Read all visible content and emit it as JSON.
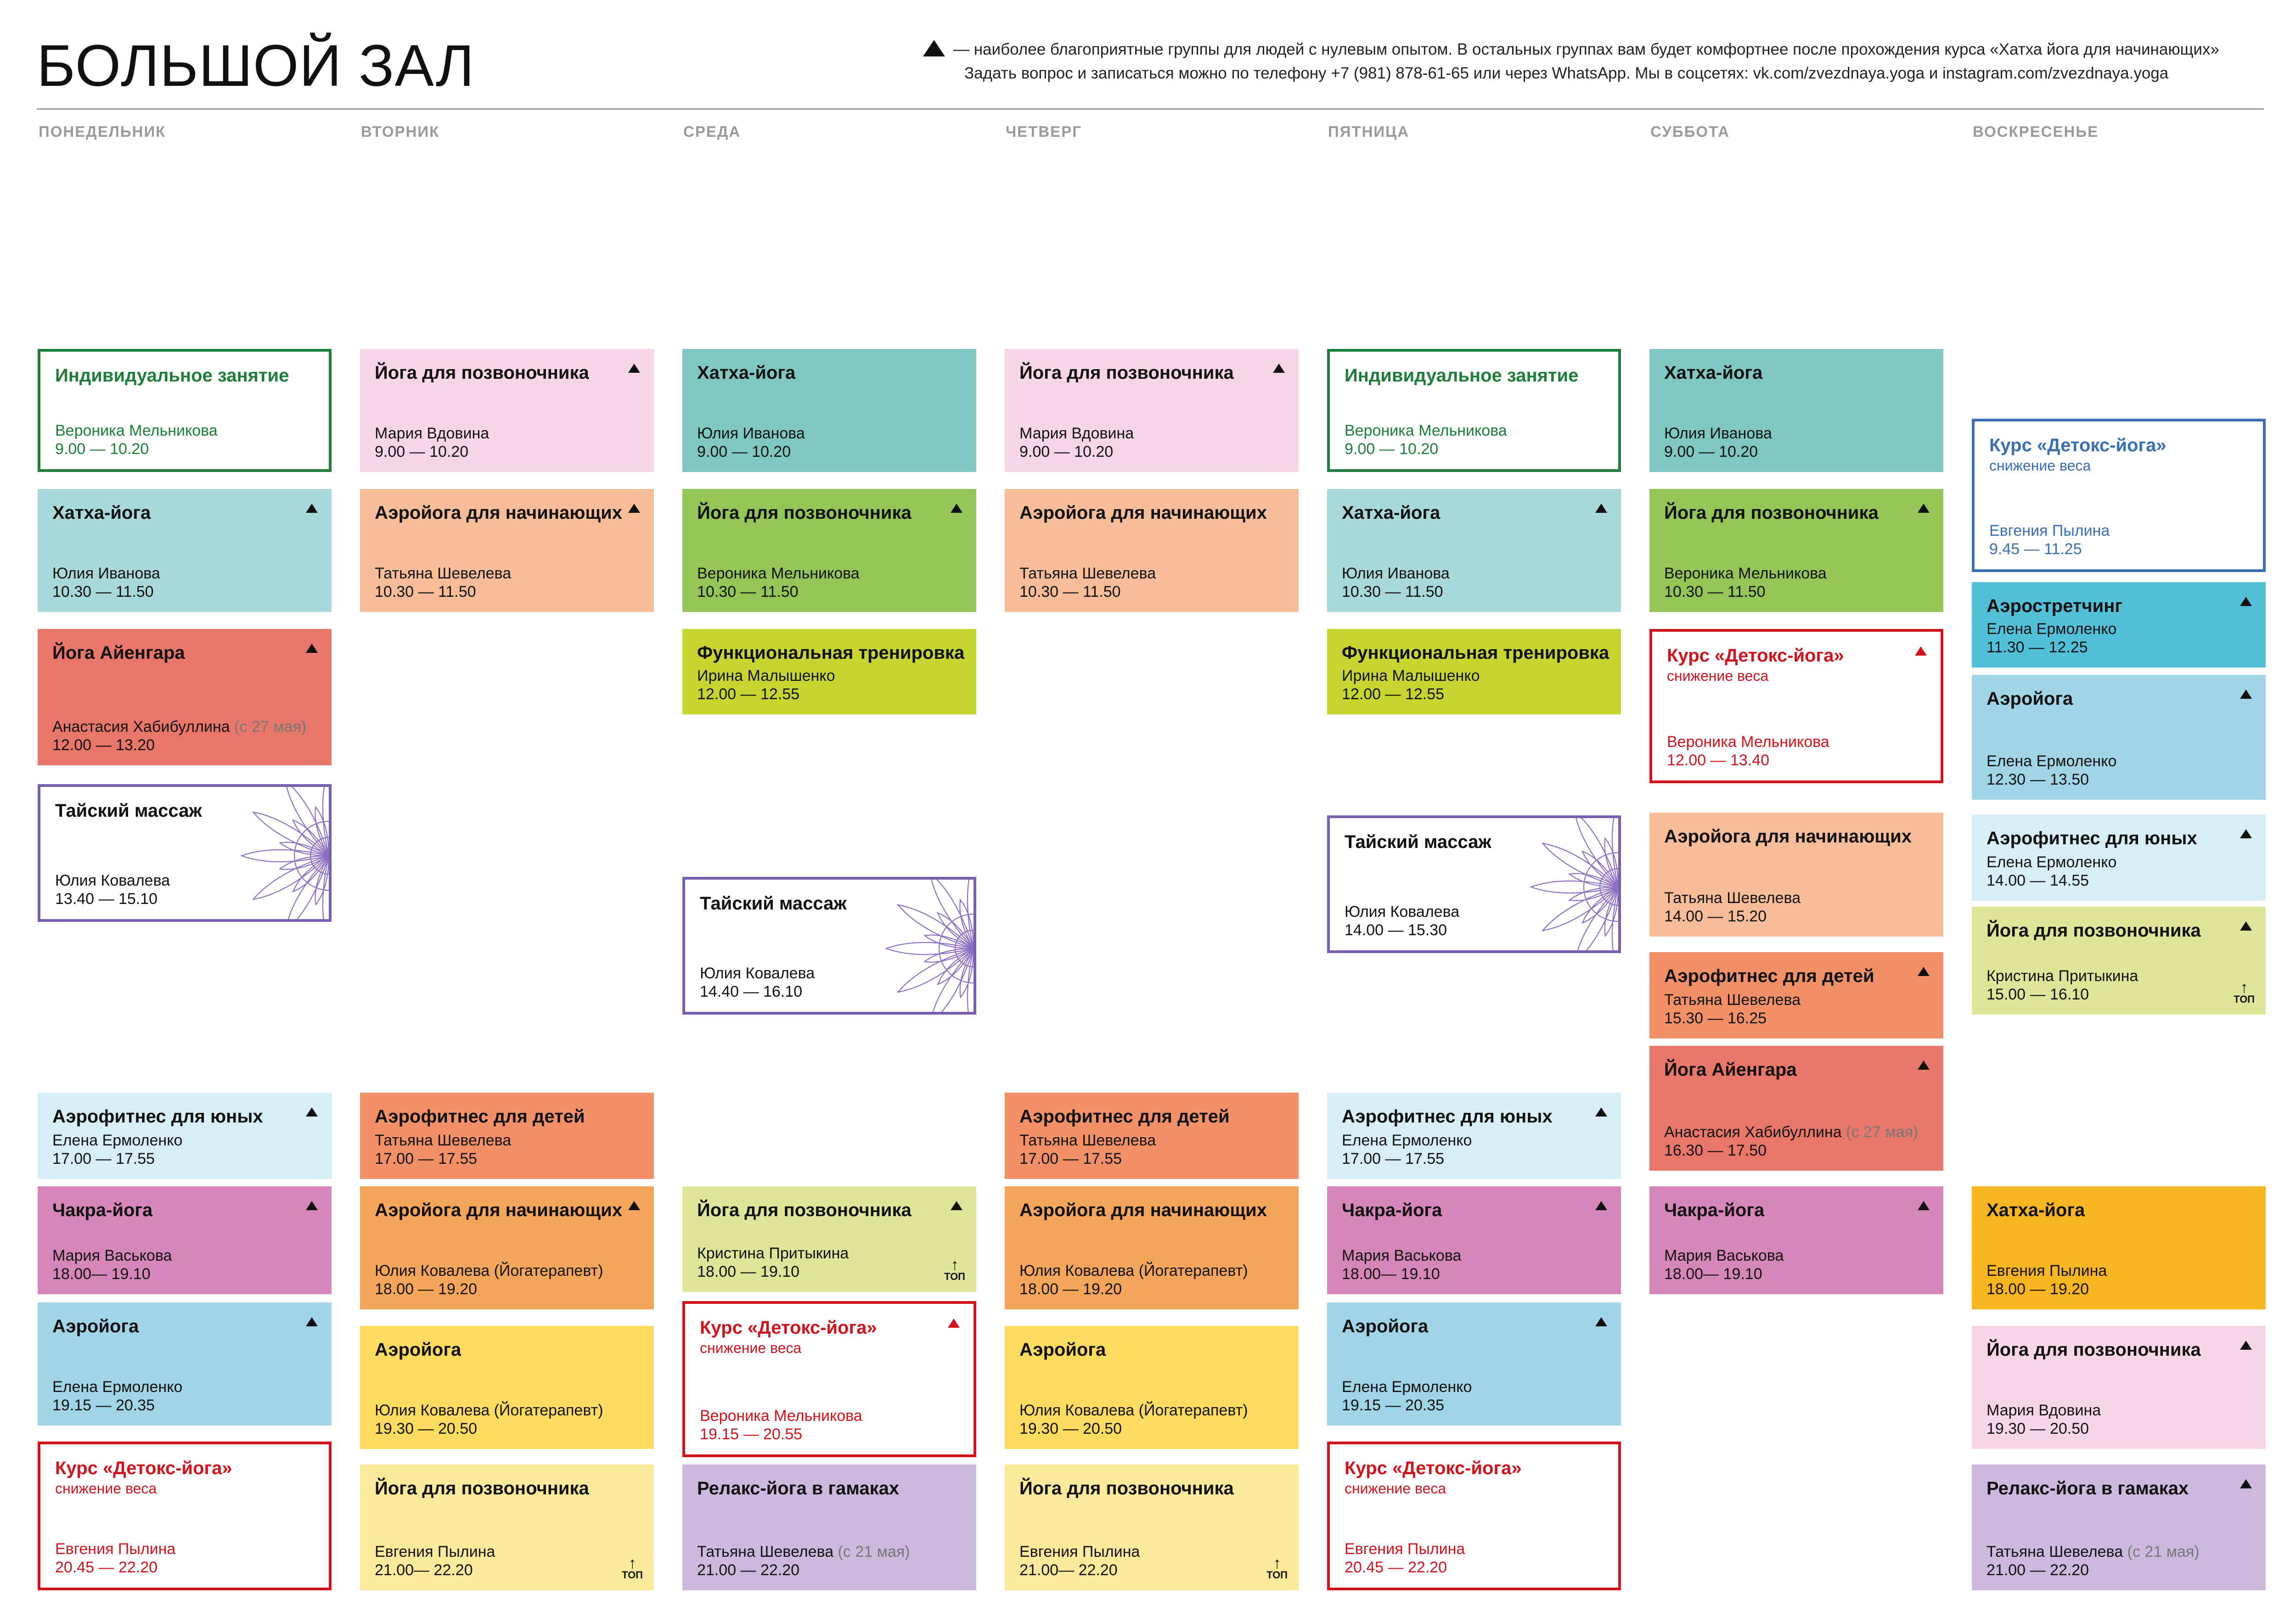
{
  "header": {
    "title": "БОЛЬШОЙ ЗАЛ",
    "note_line1": "— наиболее благоприятные группы для людей с нулевым опытом. В остальных группах вам будет комфортнее после прохождения курса «Хатха йога для начинающих»",
    "note_line2": "Задать вопрос и записаться можно по телефону +7 (981) 878-61-65 или через WhatsApp. Мы в соцсетях: vk.com/zvezdnaya.yoga и instagram.com/zvezdnaya.yoga"
  },
  "days": [
    "ПОНЕДЕЛЬНИК",
    "ВТОРНИК",
    "СРЕДА",
    "ЧЕТВЕРГ",
    "ПЯТНИЦА",
    "СУББОТА",
    "ВОСКРЕСЕНЬЕ"
  ],
  "top_badge": "ТОП",
  "colors": {
    "teal": "#7fc8c2",
    "mint": "#a8d8d9",
    "pink": "#f9d6e6",
    "peach": "#f7bd98",
    "green": "#94c557",
    "lime": "#c8d531",
    "salmon": "#e8776a",
    "orange": "#f29168",
    "amber": "#f5a65a",
    "yellow": "#fddb5e",
    "paleyellow": "#fce99a",
    "palegreen": "#dde598",
    "lightblue": "#d8eef6",
    "sky": "#9fd5e6",
    "cyan": "#52c0d8",
    "magenta": "#d786ba",
    "lavender": "#cdb9de",
    "gold": "#f9b51f"
  },
  "monday": [
    {
      "title": "Индивидуальное занятие",
      "instructor": "Вероника Мельникова",
      "time": "9.00 — 10.20"
    },
    {
      "title": "Хатха-йога",
      "instructor": "Юлия Иванова",
      "time": "10.30 — 11.50"
    },
    {
      "title": "Йога Айенгара",
      "instructor": "Анастасия Хабибуллина",
      "note": "(с 27 мая)",
      "time": "12.00 — 13.20"
    },
    {
      "title": "Тайский массаж",
      "instructor": "Юлия Ковалева",
      "time": "13.40 — 15.10"
    },
    {
      "title": "Аэрофитнес для юных",
      "instructor": "Елена Ермоленко",
      "time": "17.00 — 17.55"
    },
    {
      "title": "Чакра-йога",
      "instructor": "Мария Васькова",
      "time": "18.00— 19.10"
    },
    {
      "title": "Аэройога",
      "instructor": "Елена Ермоленко",
      "time": "19.15 — 20.35"
    },
    {
      "title": "Курс «Детокс-йога»",
      "subtitle": "снижение веса",
      "instructor": "Евгения Пылина",
      "time": "20.45 — 22.20"
    }
  ],
  "tuesday": [
    {
      "title": "Йога для позвоночника",
      "instructor": "Мария Вдовина",
      "time": "9.00 — 10.20"
    },
    {
      "title": "Аэройога для начинающих",
      "instructor": "Татьяна Шевелева",
      "time": "10.30 — 11.50"
    },
    {
      "title": "Аэрофитнес для детей",
      "instructor": "Татьяна Шевелева",
      "time": "17.00 — 17.55"
    },
    {
      "title": "Аэройога для начинающих",
      "instructor": "Юлия Ковалева (Йогатерапевт)",
      "time": "18.00 — 19.20"
    },
    {
      "title": "Аэройога",
      "instructor": "Юлия Ковалева (Йогатерапевт)",
      "time": "19.30 — 20.50"
    },
    {
      "title": "Йога для позвоночника",
      "instructor": "Евгения Пылина",
      "time": "21.00— 22.20"
    }
  ],
  "wednesday": [
    {
      "title": "Хатха-йога",
      "instructor": "Юлия Иванова",
      "time": "9.00 — 10.20"
    },
    {
      "title": "Йога для позвоночника",
      "instructor": "Вероника Мельникова",
      "time": "10.30 — 11.50"
    },
    {
      "title": "Функциональная тренировка",
      "instructor": "Ирина Малышенко",
      "time": "12.00 — 12.55"
    },
    {
      "title": "Тайский массаж",
      "instructor": "Юлия Ковалева",
      "time": "14.40 — 16.10"
    },
    {
      "title": "Йога для позвоночника",
      "instructor": "Кристина Притыкина",
      "time": "18.00 — 19.10"
    },
    {
      "title": "Курс «Детокс-йога»",
      "subtitle": "снижение веса",
      "instructor": "Вероника Мельникова",
      "time": "19.15 — 20.55"
    },
    {
      "title": "Релакс-йога в гамаках",
      "instructor": "Татьяна Шевелева",
      "note": "(с 21 мая)",
      "time": "21.00 — 22.20"
    }
  ],
  "thursday": [
    {
      "title": "Йога для позвоночника",
      "instructor": "Мария Вдовина",
      "time": "9.00 — 10.20"
    },
    {
      "title": "Аэройога для начинающих",
      "instructor": "Татьяна Шевелева",
      "time": "10.30 — 11.50"
    },
    {
      "title": "Аэрофитнес для детей",
      "instructor": "Татьяна Шевелева",
      "time": "17.00 — 17.55"
    },
    {
      "title": "Аэройога для начинающих",
      "instructor": "Юлия Ковалева (Йогатерапевт)",
      "time": "18.00 — 19.20"
    },
    {
      "title": "Аэройога",
      "instructor": "Юлия Ковалева (Йогатерапевт)",
      "time": "19.30 — 20.50"
    },
    {
      "title": "Йога для позвоночника",
      "instructor": "Евгения Пылина",
      "time": "21.00— 22.20"
    }
  ],
  "friday": [
    {
      "title": "Индивидуальное занятие",
      "instructor": "Вероника Мельникова",
      "time": "9.00 — 10.20"
    },
    {
      "title": "Хатха-йога",
      "instructor": "Юлия Иванова",
      "time": "10.30 — 11.50"
    },
    {
      "title": "Функциональная тренировка",
      "instructor": "Ирина Малышенко",
      "time": "12.00 — 12.55"
    },
    {
      "title": "Тайский массаж",
      "instructor": "Юлия Ковалева",
      "time": "14.00 — 15.30"
    },
    {
      "title": "Аэрофитнес для юных",
      "instructor": "Елена Ермоленко",
      "time": "17.00 — 17.55"
    },
    {
      "title": "Чакра-йога",
      "instructor": "Мария Васькова",
      "time": "18.00— 19.10"
    },
    {
      "title": "Аэройога",
      "instructor": "Елена Ермоленко",
      "time": "19.15 — 20.35"
    },
    {
      "title": "Курс «Детокс-йога»",
      "subtitle": "снижение веса",
      "instructor": "Евгения Пылина",
      "time": "20.45 — 22.20"
    }
  ],
  "saturday": [
    {
      "title": "Хатха-йога",
      "instructor": "Юлия Иванова",
      "time": "9.00 — 10.20"
    },
    {
      "title": "Йога для позвоночника",
      "instructor": "Вероника Мельникова",
      "time": "10.30 — 11.50"
    },
    {
      "title": "Курс «Детокс-йога»",
      "subtitle": "снижение веса",
      "instructor": "Вероника Мельникова",
      "time": "12.00 — 13.40"
    },
    {
      "title": "Аэройога для начинающих",
      "instructor": "Татьяна Шевелева",
      "time": "14.00 — 15.20"
    },
    {
      "title": "Аэрофитнес для детей",
      "instructor": "Татьяна Шевелева",
      "time": "15.30 — 16.25"
    },
    {
      "title": "Йога Айенгара",
      "instructor": "Анастасия Хабибуллина",
      "note": "(с 27 мая)",
      "time": "16.30 — 17.50"
    },
    {
      "title": "Чакра-йога",
      "instructor": "Мария Васькова",
      "time": "18.00— 19.10"
    }
  ],
  "sunday": [
    {
      "title": "Курс «Детокс-йога»",
      "subtitle": "снижение веса",
      "instructor": "Евгения Пылина",
      "time": "9.45 — 11.25"
    },
    {
      "title": "Аэростретчинг",
      "instructor": "Елена Ермоленко",
      "time": "11.30 — 12.25"
    },
    {
      "title": "Аэройога",
      "instructor": "Елена Ермоленко",
      "time": "12.30 — 13.50"
    },
    {
      "title": "Аэрофитнес для юных",
      "instructor": "Елена Ермоленко",
      "time": "14.00 — 14.55"
    },
    {
      "title": "Йога для позвоночника",
      "instructor": "Кристина Притыкина",
      "time": "15.00 — 16.10"
    },
    {
      "title": "Хатха-йога",
      "instructor": "Евгения Пылина",
      "time": "18.00 — 19.20"
    },
    {
      "title": "Йога для позвоночника",
      "instructor": "Мария Вдовина",
      "time": "19.30 — 20.50"
    },
    {
      "title": "Релакс-йога в гамаках",
      "instructor": "Татьяна Шевелева",
      "note": "(с 21 мая)",
      "time": "21.00 — 22.20"
    }
  ]
}
